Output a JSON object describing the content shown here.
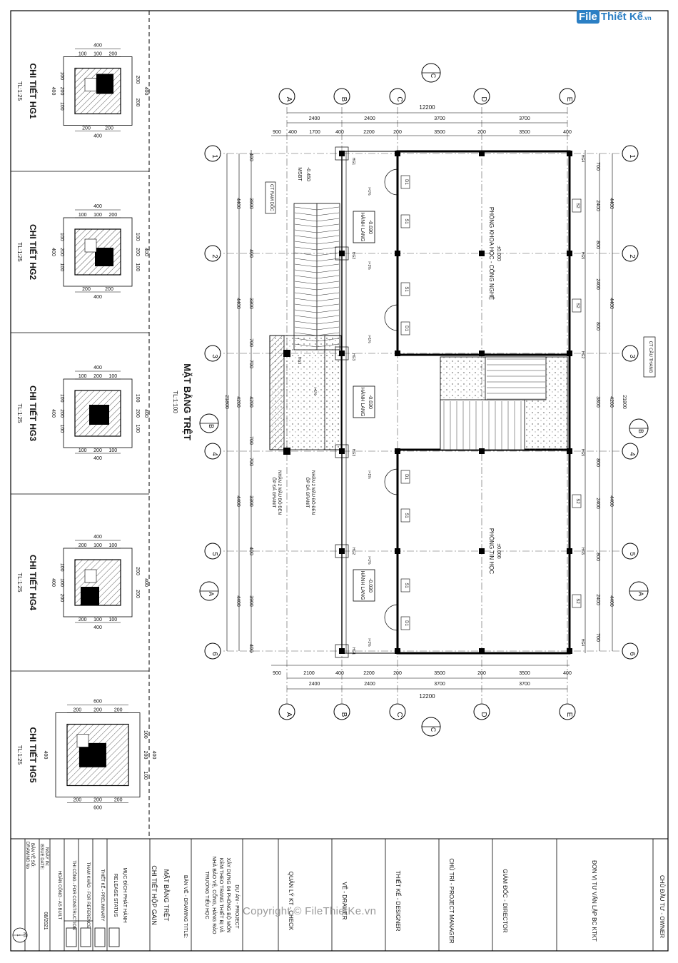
{
  "logo": {
    "mark": "File",
    "name": "Thiết Kế",
    "suffix": ".vn"
  },
  "watermark": "Copyright © FileThietKe.vn",
  "details": [
    {
      "title": "CHI TIẾT HG1",
      "scale": "TL:1:25",
      "top_dims": [
        "400",
        "100",
        "100",
        "200"
      ],
      "side_dims": [
        "400",
        "100",
        "200",
        "100"
      ],
      "right_dims": [
        "200",
        "200",
        "400"
      ],
      "bottom_dims": [
        "200",
        "200",
        "400"
      ]
    },
    {
      "title": "CHI TIẾT HG2",
      "scale": "TL:1:25",
      "top_dims": [
        "400",
        "100",
        "100",
        "200"
      ],
      "side_dims": [
        "400",
        "100",
        "200",
        "100"
      ],
      "right_dims": [
        "100",
        "200",
        "100",
        "400"
      ],
      "bottom_dims": [
        "200",
        "200",
        "400"
      ]
    },
    {
      "title": "CHI TIẾT HG3",
      "scale": "TL:1:25",
      "top_dims": [
        "400",
        "100",
        "200",
        "100"
      ],
      "side_dims": [
        "400",
        "100",
        "200",
        "100"
      ],
      "right_dims": [
        "100",
        "200",
        "100",
        "400"
      ],
      "bottom_dims": [
        "100",
        "200",
        "100",
        "400"
      ]
    },
    {
      "title": "CHI TIẾT HG4",
      "scale": "TL:1:25",
      "top_dims": [
        "400",
        "200",
        "100",
        "100"
      ],
      "side_dims": [
        "400",
        "100",
        "100",
        "200"
      ],
      "right_dims": [
        "200",
        "200",
        "400"
      ],
      "bottom_dims": [
        "200",
        "100",
        "100",
        "400"
      ]
    },
    {
      "title": "CHI TIẾT HG5",
      "scale": "TL:1:25",
      "top_dims": [
        "600",
        "200",
        "200",
        "200"
      ],
      "side_dims": [
        "400"
      ],
      "right_dims": [
        "100",
        "200",
        "100",
        "400"
      ],
      "bottom_dims": [
        "200",
        "200",
        "200",
        "600"
      ]
    }
  ],
  "plan": {
    "title": "MẶT BẰNG TRỆT",
    "scale": "TL:1:100",
    "grid_letters": [
      "A",
      "B",
      "C",
      "D",
      "E"
    ],
    "grid_numbers": [
      "1",
      "2",
      "3",
      "4",
      "5",
      "6"
    ],
    "section_marks": [
      "C",
      "B",
      "A"
    ],
    "dims_top_total": "12200",
    "dims_top_1": [
      "2400",
      "2400",
      "3700",
      "3700"
    ],
    "dims_top_2": [
      "900",
      "400",
      "1700",
      "400",
      "2200",
      "200",
      "3500",
      "200",
      "3500",
      "400"
    ],
    "dims_bottom_1": [
      "900",
      "2100",
      "400",
      "2200",
      "200",
      "3500",
      "200",
      "3500",
      "400"
    ],
    "dims_bottom_2": [
      "2400",
      "2400",
      "3700",
      "3700"
    ],
    "dims_left_total": "21800",
    "dims_left_1": [
      "4400",
      "4400",
      "4200",
      "4400",
      "4400"
    ],
    "dims_left_2": [
      "400",
      "3900",
      "400",
      "3300",
      "700",
      "700",
      "4200",
      "700",
      "700",
      "3300",
      "400",
      "3900",
      "400"
    ],
    "dims_right_total": "21800",
    "dims_right_1": [
      "4400",
      "4400",
      "4200",
      "4400",
      "4400"
    ],
    "dims_right_2": [
      "700",
      "2400",
      "800",
      "2400",
      "800",
      "3800",
      "800",
      "2400",
      "800",
      "2400",
      "700"
    ],
    "rooms": [
      {
        "name": "PHÒNG KHOA HỌC - CÔNG NGHỆ",
        "level": "±0.000"
      },
      {
        "name": "PHÒNG TIN HỌC",
        "level": "±0.000"
      },
      {
        "name": "HÀNH LANG",
        "level": "-0.030"
      },
      {
        "name": "HÀNH LANG",
        "level": "-0.030"
      },
      {
        "name": "HÀNH LANG",
        "level": "-0.030"
      }
    ],
    "doors": [
      "D1",
      "S1",
      "S1",
      "D1",
      "D1",
      "S1",
      "S1",
      "D1"
    ],
    "windows": [
      "S2",
      "S2",
      "S2",
      "S2"
    ],
    "mark_levels": [
      "MSBT",
      "-0.450"
    ],
    "notes": [
      "CT RAM DỐC",
      "CT CẦU THANG",
      "ỐP ĐÁ GRANIT",
      "NHÂN 2 MẦU ĐỎ ĐEN"
    ],
    "slopes": [
      "i=1%",
      "i=1%",
      "i=1%",
      "i=1%",
      "i=1%",
      "i=1%",
      "i=1%"
    ],
    "col_tags": [
      "HG1",
      "HG2",
      "HG3",
      "HG4",
      "HG5"
    ]
  },
  "title_block": {
    "owner": "CHỦ ĐẦU TƯ - OWNER",
    "consultant": "ĐƠN VỊ TƯ VẤN LẬP BC KTKT",
    "director": "GIÁM ĐỐC - DIRECTOR",
    "manager": "CHỦ TRÌ - PROJECT MANAGER",
    "designer": "THIẾT KẾ - DESIGNER",
    "drawer": "VẼ - DRAWER",
    "checker": "QUẢN LÝ KT - CHECK",
    "project_label": "DỰ ÁN - PROJECT",
    "project_name": "XÂY DỰNG 04 PHÒNG BỘ MÔN KÈM THEO TRANG THIẾT BỊ VÀ NHÀ BẢO VỆ, CỔNG, HÀNG RÀO TRƯỜNG TIỂU HỌC",
    "drawing_title_label": "BẢN VẼ - DRAWING TITLE:",
    "drawing_title": "MẶT BẰNG TRỆT",
    "drawing_title_2": "CHI TIẾT HỘP GAIN",
    "release_label": "MỤC ĐÍCH PHÁT HÀNH",
    "release_label_en": "RELEASE STATUS",
    "status": [
      "THIẾT KẾ - PRELIMINARY",
      "THAM KHẢO - FOR REFERENCE",
      "THI CÔNG - FOR CONSTRUCTION",
      "HOÀN CÔNG - AS BUILT"
    ],
    "date_label": "NGÀY IN:",
    "date_label_en": "ISSUE DATE:",
    "date": "08/2021",
    "dwg_label": "BẢN VẼ SỐ:",
    "dwg_label_en": "DRAWING No",
    "dwg_no": "KT",
    "dwg_page": "1"
  }
}
